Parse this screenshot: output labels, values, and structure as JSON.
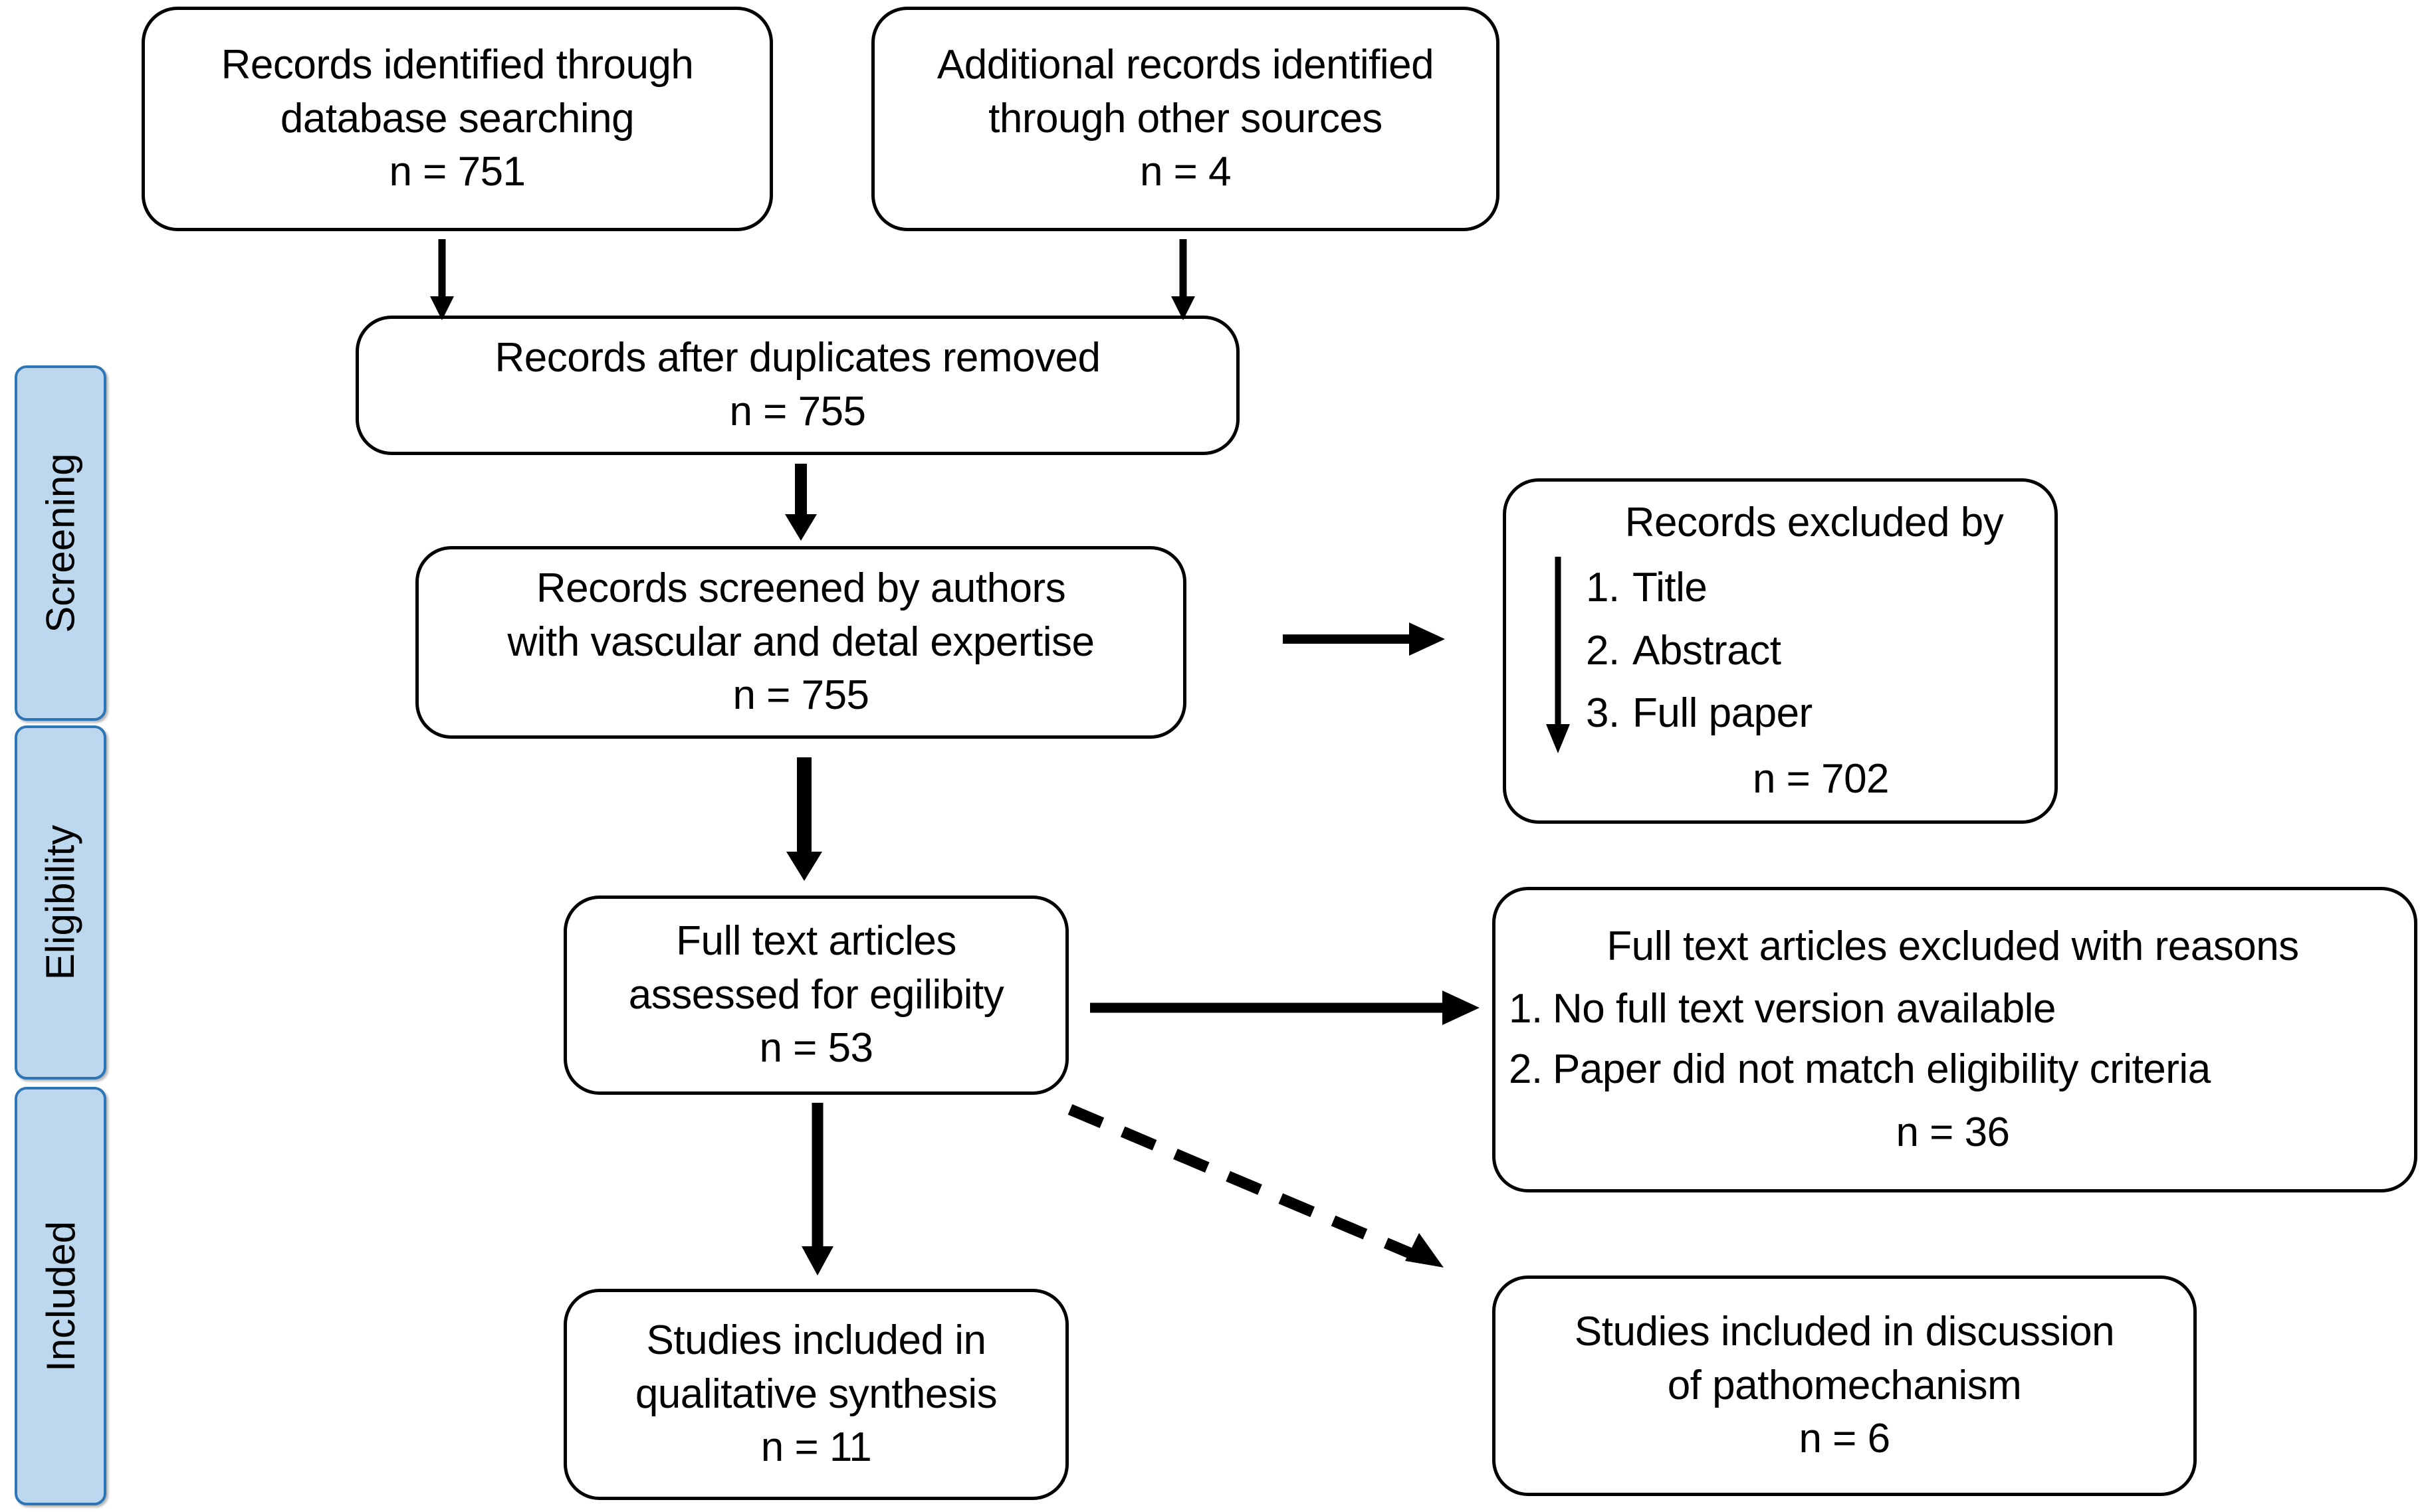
{
  "diagram": {
    "type": "prisma-flow-diagram",
    "colors": {
      "box_border": "#000000",
      "box_fill": "#ffffff",
      "stage_chip_fill": "#bdd7ee",
      "stage_chip_border": "#2e75b6",
      "connector": "#000000",
      "text": "#000000"
    }
  },
  "stages": [
    {
      "label": "Screening"
    },
    {
      "label": "Eligibility"
    },
    {
      "label": "Included"
    }
  ],
  "boxes": {
    "identified_database": {
      "line1": "Records identified through",
      "line2": "database searching",
      "count": "n = 751"
    },
    "identified_other": {
      "line1": "Additional records identified",
      "line2": "through other sources",
      "count": "n = 4"
    },
    "duplicates_removed": {
      "line1": "Records after duplicates removed",
      "count": "n = 755"
    },
    "records_screened": {
      "line1": "Records screened by authors",
      "line2": "with vascular and detal expertise",
      "count": "n = 755"
    },
    "records_excluded": {
      "header": "Records excluded by",
      "items": [
        {
          "num": "1.",
          "text": "Title"
        },
        {
          "num": "2.",
          "text": "Abstract"
        },
        {
          "num": "3.",
          "text": "Full paper"
        }
      ],
      "count": "n = 702"
    },
    "fulltext_assessed": {
      "line1": "Full text articles",
      "line2": "assessed for egilibity",
      "count": "n = 53"
    },
    "fulltext_excluded": {
      "header": "Full text articles excluded with reasons",
      "items": [
        {
          "num": "1.",
          "text": "No full text version available"
        },
        {
          "num": "2.",
          "text": "Paper did not match eligibility criteria"
        }
      ],
      "count": "n = 36"
    },
    "included_qualitative": {
      "line1": "Studies included in",
      "line2": "qualitative synthesis",
      "count": "n = 11"
    },
    "included_discussion": {
      "line1": "Studies included in discussion",
      "line2": "of pathomechanism",
      "count": "n = 6"
    }
  },
  "connectors": [
    {
      "name": "db-to-duplicates",
      "style": "solid",
      "direction": "down"
    },
    {
      "name": "other-to-duplicates",
      "style": "solid",
      "direction": "down"
    },
    {
      "name": "duplicates-to-screened",
      "style": "solid",
      "direction": "down"
    },
    {
      "name": "screened-to-excluded",
      "style": "solid",
      "direction": "right"
    },
    {
      "name": "screened-to-fulltext",
      "style": "solid",
      "direction": "down"
    },
    {
      "name": "fulltext-to-excluded-reasons",
      "style": "solid",
      "direction": "right"
    },
    {
      "name": "fulltext-to-qualitative",
      "style": "solid",
      "direction": "down"
    },
    {
      "name": "fulltext-to-discussion",
      "style": "dashed",
      "direction": "diagonal-down-right"
    },
    {
      "name": "excluded-by-sequence",
      "style": "solid",
      "direction": "down"
    }
  ]
}
